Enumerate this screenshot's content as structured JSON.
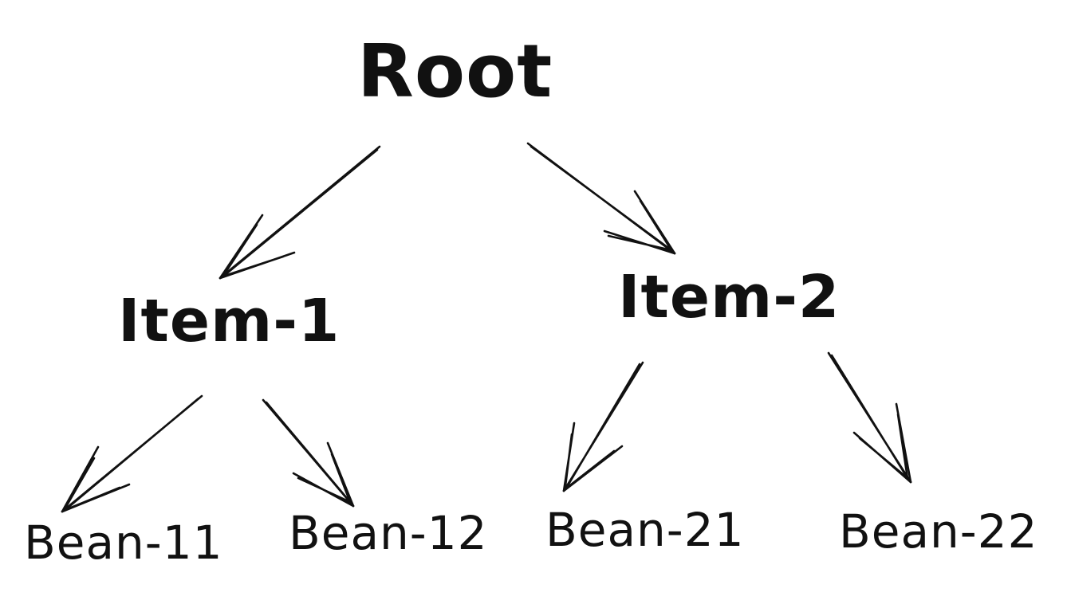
{
  "tree": {
    "root": {
      "label": "Root"
    },
    "item_1": {
      "label": "Item-1"
    },
    "item_2": {
      "label": "Item-2"
    },
    "bean_11": {
      "label": "Bean-11"
    },
    "bean_12": {
      "label": "Bean-12"
    },
    "bean_21": {
      "label": "Bean-21"
    },
    "bean_22": {
      "label": "Bean-22"
    }
  },
  "edges": [
    {
      "from": "Root",
      "to": "Item-1"
    },
    {
      "from": "Root",
      "to": "Item-2"
    },
    {
      "from": "Item-1",
      "to": "Bean-11"
    },
    {
      "from": "Item-1",
      "to": "Bean-12"
    },
    {
      "from": "Item-2",
      "to": "Bean-21"
    },
    {
      "from": "Item-2",
      "to": "Bean-22"
    }
  ],
  "colors": {
    "stroke": "#111111",
    "background": "#ffffff"
  }
}
